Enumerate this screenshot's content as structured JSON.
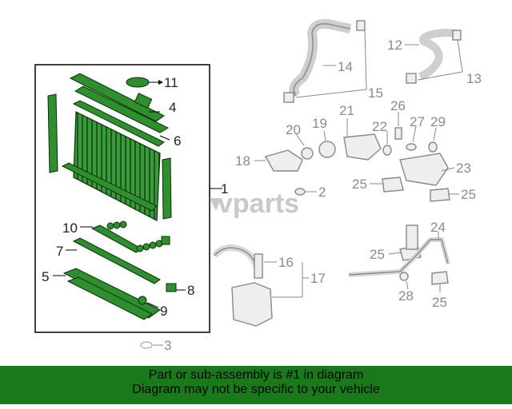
{
  "callouts": {
    "c1": "1",
    "c2": "2",
    "c3": "3",
    "c4": "4",
    "c5": "5",
    "c6": "6",
    "c7": "7",
    "c8": "8",
    "c9": "9",
    "c10": "10",
    "c11": "11",
    "c12": "12",
    "c13": "13",
    "c14": "14",
    "c15": "15",
    "c16": "16",
    "c17": "17",
    "c18": "18",
    "c19": "19",
    "c20": "20",
    "c21": "21",
    "c22": "22",
    "c23": "23",
    "c24": "24",
    "c25a": "25",
    "c25b": "25",
    "c25c": "25",
    "c25d": "25",
    "c26": "26",
    "c27": "27",
    "c28": "28",
    "c29": "29"
  },
  "watermark": "vparts",
  "banner": {
    "line1": "Part or sub-assembly is #1 in diagram",
    "line2": "Diagram may not be specific to your vehicle"
  },
  "colors": {
    "part_green": "#2f8f2f",
    "banner_green": "#1a7a1a",
    "gray_part": "#b5b5b5"
  }
}
